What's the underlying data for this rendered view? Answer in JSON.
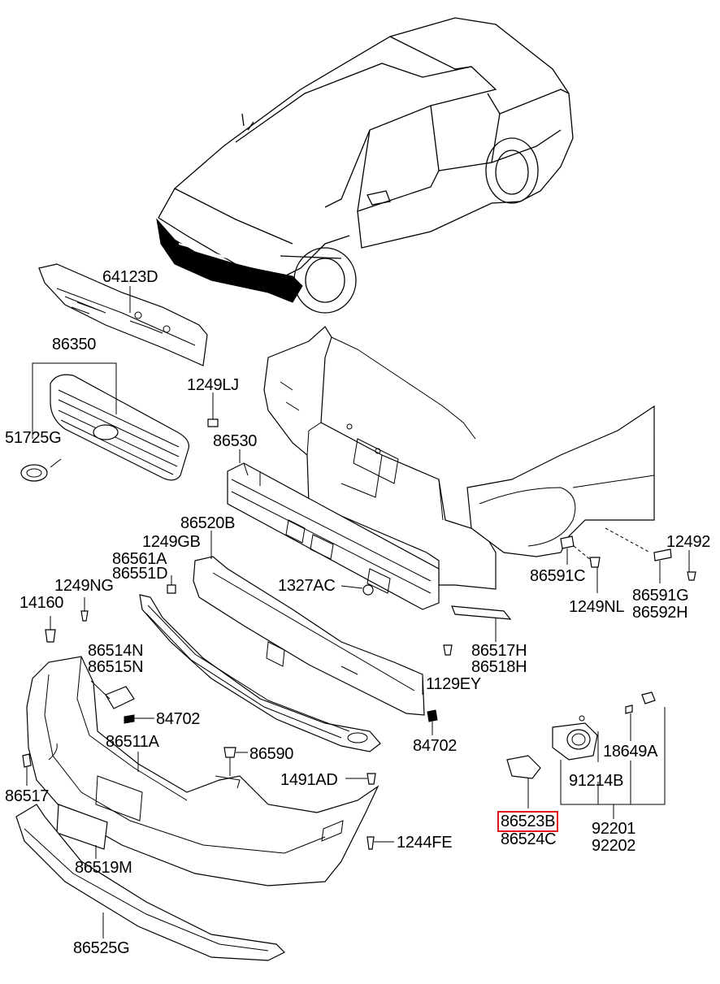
{
  "diagram": {
    "highlight_color": "#e0161a",
    "highlighted_part": "86523B",
    "labels": [
      {
        "id": "p64123D",
        "text": "64123D"
      },
      {
        "id": "p86350",
        "text": "86350"
      },
      {
        "id": "p1249LJ",
        "text": "1249LJ"
      },
      {
        "id": "p51725G",
        "text": "51725G"
      },
      {
        "id": "p86530",
        "text": "86530"
      },
      {
        "id": "p86520B",
        "text": "86520B"
      },
      {
        "id": "p1249GB",
        "text": "1249GB"
      },
      {
        "id": "p86561A",
        "text": "86561A"
      },
      {
        "id": "p86551D",
        "text": "86551D"
      },
      {
        "id": "p1249NG",
        "text": "1249NG"
      },
      {
        "id": "p14160",
        "text": "14160"
      },
      {
        "id": "p1327AC",
        "text": "1327AC"
      },
      {
        "id": "p86514N",
        "text": "86514N"
      },
      {
        "id": "p86515N",
        "text": "86515N"
      },
      {
        "id": "p84702a",
        "text": "84702"
      },
      {
        "id": "p86511A",
        "text": "86511A"
      },
      {
        "id": "p86590",
        "text": "86590"
      },
      {
        "id": "p1491AD",
        "text": "1491AD"
      },
      {
        "id": "p86517",
        "text": "86517"
      },
      {
        "id": "p86519M",
        "text": "86519M"
      },
      {
        "id": "p1244FE",
        "text": "1244FE"
      },
      {
        "id": "p86525G",
        "text": "86525G"
      },
      {
        "id": "p86517H",
        "text": "86517H"
      },
      {
        "id": "p86518H",
        "text": "86518H"
      },
      {
        "id": "p1129EY",
        "text": "1129EY"
      },
      {
        "id": "p84702b",
        "text": "84702"
      },
      {
        "id": "p86591C",
        "text": "86591C"
      },
      {
        "id": "p1249NL",
        "text": "1249NL"
      },
      {
        "id": "p12492",
        "text": "12492"
      },
      {
        "id": "p86591G",
        "text": "86591G"
      },
      {
        "id": "p86592H",
        "text": "86592H"
      },
      {
        "id": "p18649A",
        "text": "18649A"
      },
      {
        "id": "p91214B",
        "text": "91214B"
      },
      {
        "id": "p86523B",
        "text": "86523B"
      },
      {
        "id": "p86524C",
        "text": "86524C"
      },
      {
        "id": "p92201",
        "text": "92201"
      },
      {
        "id": "p92202",
        "text": "92202"
      }
    ]
  }
}
